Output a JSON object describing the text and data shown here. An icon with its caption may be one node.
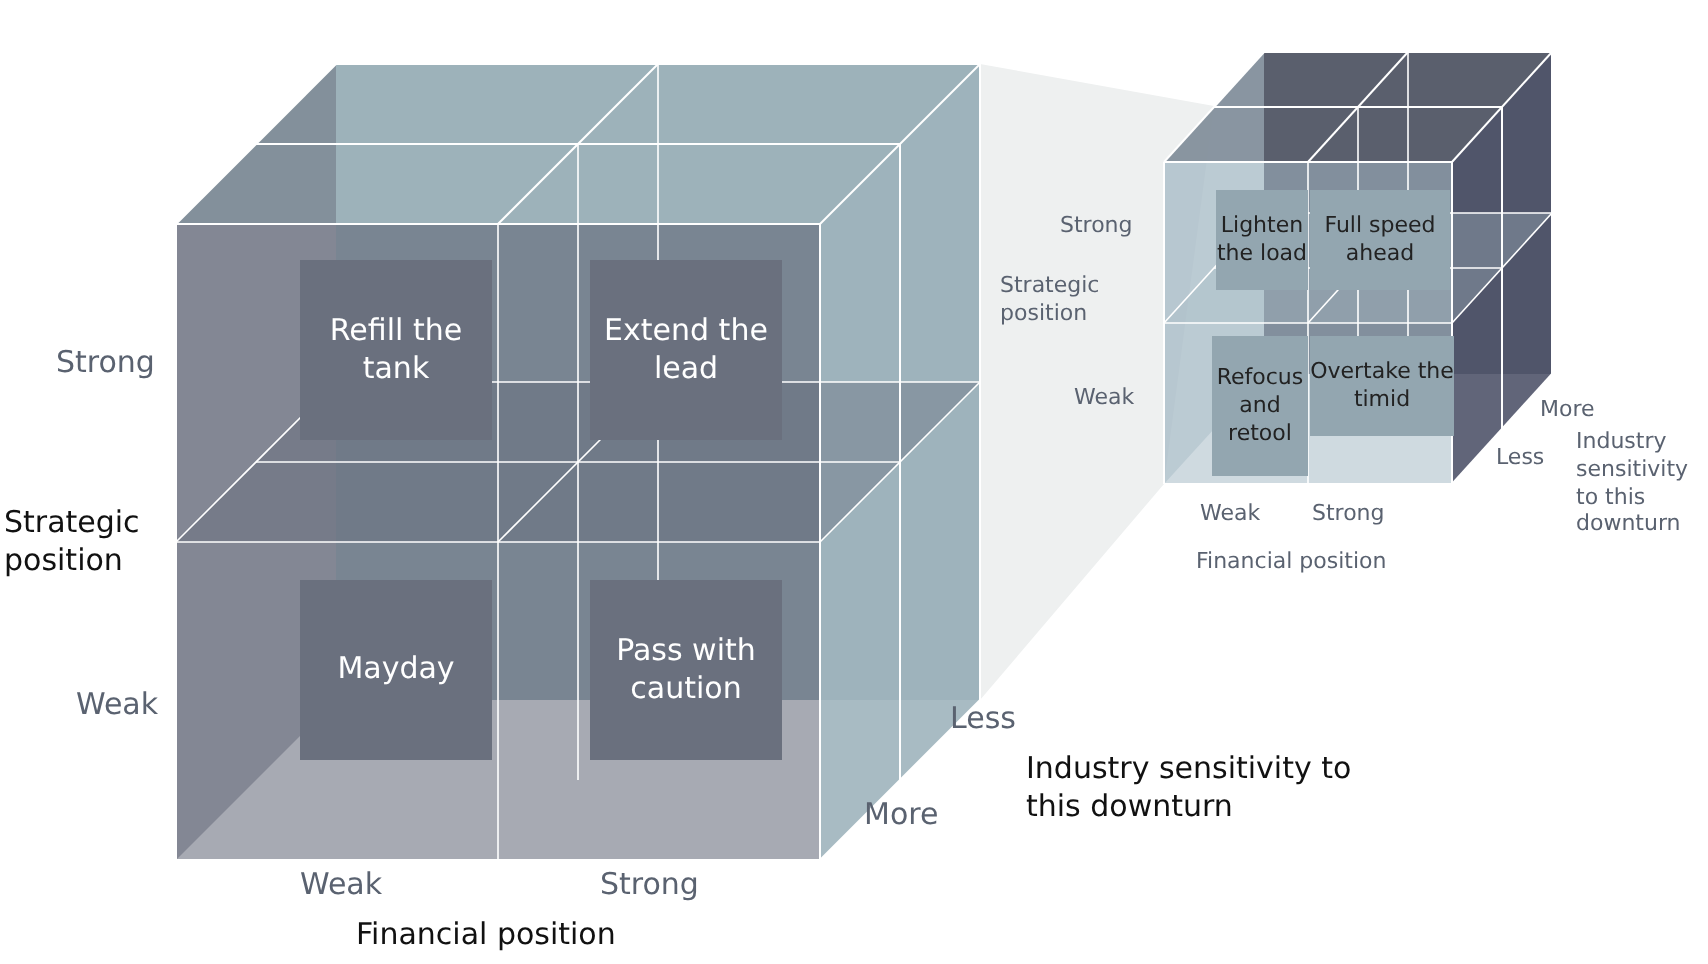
{
  "diagram": {
    "nodes": [
      {
        "text": [
          "Refill the tank"
        ]
      },
      {
        "text": [
          "Extend the lead"
        ]
      },
      {
        "text": [
          "Mayday"
        ]
      },
      {
        "text": [
          "Pass with caution"
        ]
      },
      {
        "text": [
          "Lighten the load"
        ]
      },
      {
        "text": [
          "Full speed ahead"
        ]
      },
      {
        "text": [
          "Refocus and retool"
        ]
      },
      {
        "text": [
          "Overtake the timid"
        ]
      }
    ],
    "labels": [
      "Strong",
      "Strategic position",
      "Weak",
      "Weak",
      "Strong",
      "Financial position",
      "Less",
      "More",
      "Industry sensitivity to this downturn",
      "Strong",
      "Strategic position",
      "Weak",
      "More",
      "Less",
      "Industry sensitivity to this downturn",
      "Weak",
      "Strong",
      "Financial position"
    ]
  }
}
